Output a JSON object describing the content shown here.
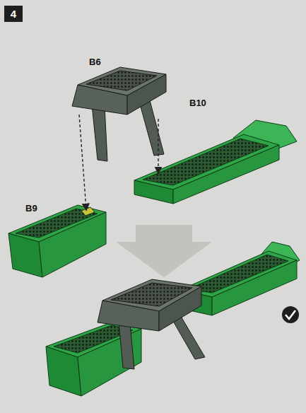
{
  "diagram": {
    "nodes": [
      {
        "text": [
          "4"
        ]
      }
    ],
    "labels": [
      "B6",
      "B10",
      "B9"
    ]
  }
}
